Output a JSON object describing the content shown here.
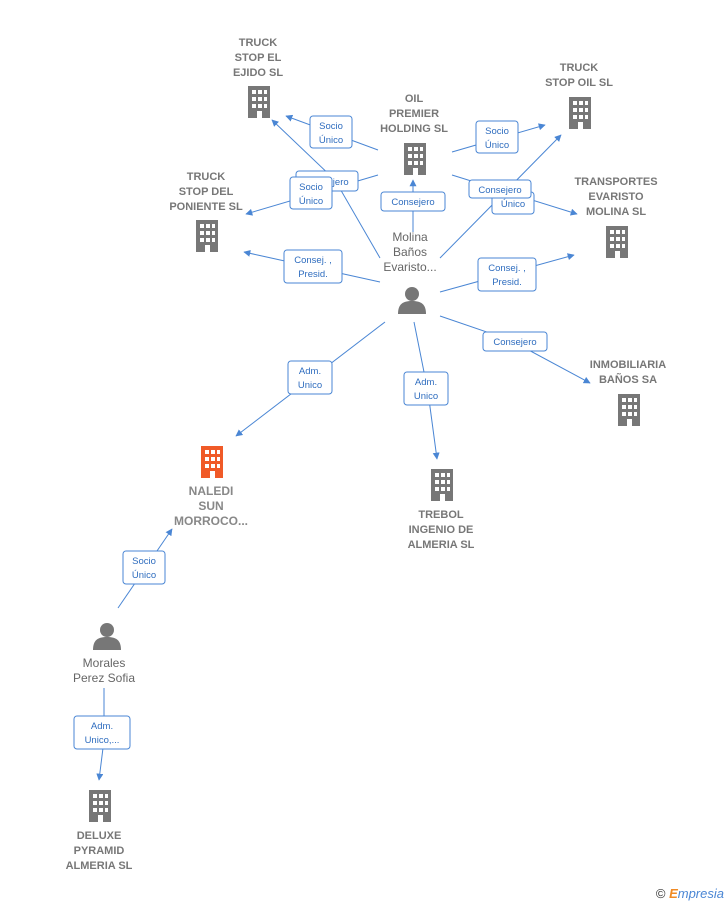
{
  "colors": {
    "edge": "#4a86d4",
    "company": "#777777",
    "focus": "#f05a28",
    "person": "#777777"
  },
  "companies": {
    "truck_stop_ejido": [
      "TRUCK",
      "STOP EL",
      "EJIDO  SL"
    ],
    "oil_premier": [
      "OIL",
      "PREMIER",
      "HOLDING  SL"
    ],
    "truck_stop_oil": [
      "TRUCK",
      "STOP OIL SL"
    ],
    "truck_stop_poniente": [
      "TRUCK",
      "STOP DEL",
      "PONIENTE SL"
    ],
    "transportes_evaristo": [
      "TRANSPORTES",
      "EVARISTO",
      "MOLINA  SL"
    ],
    "inmobiliaria": [
      "INMOBILIARIA",
      "BAÑOS SA"
    ],
    "naledi": [
      "NALEDI",
      "SUN",
      "MORROCO..."
    ],
    "trebol": [
      "TREBOL",
      "INGENIO DE",
      "ALMERIA  SL"
    ],
    "deluxe": [
      "DELUXE",
      "PYRAMID",
      "ALMERIA  SL"
    ]
  },
  "persons": {
    "molina": [
      "Molina",
      "Baños",
      "Evaristo..."
    ],
    "morales": [
      "Morales",
      "Perez Sofia"
    ]
  },
  "edge_labels": {
    "socio_unico": [
      "Socio",
      "Único"
    ],
    "consejero": [
      "Consejero"
    ],
    "consej_presid": [
      "Consej. ,",
      "Presid."
    ],
    "adm_unico": [
      "Adm.",
      "Unico"
    ],
    "adm_unico_trunc": [
      "Adm.",
      "Unico,..."
    ],
    "consejero_partial": [
      "Consejero"
    ],
    "unico_partial": [
      "Único"
    ]
  },
  "watermark": {
    "copyright": "©",
    "brand_initial": "E",
    "brand_rest": "mpresia"
  }
}
